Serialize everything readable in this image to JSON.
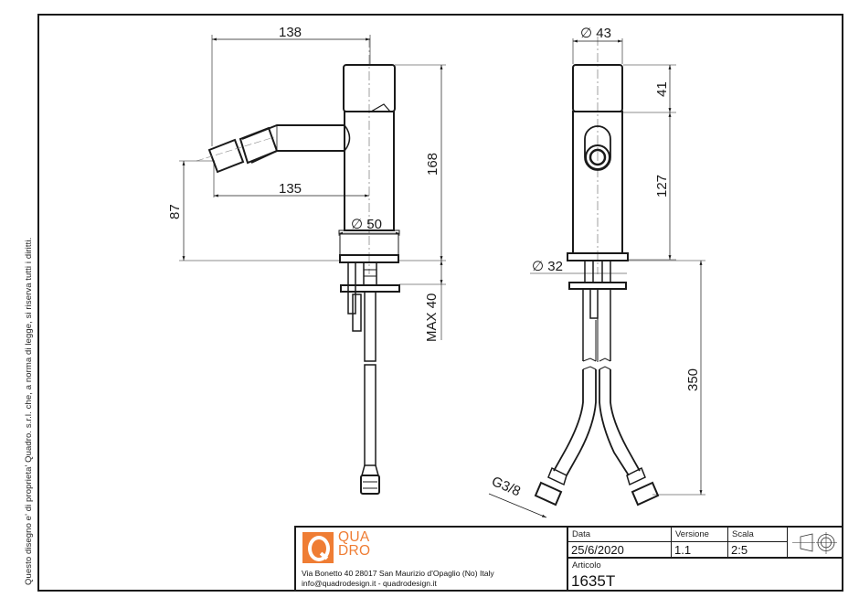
{
  "sheet": {
    "copyright_note": "Questo disegno e' di proprieta' Quadro. s.r.l. che, a norma di legge, si riserva tutti i diritti."
  },
  "side_view": {
    "dimensions": {
      "overall_length": "138",
      "spout_reach": "135",
      "spout_height": "87",
      "total_height": "168",
      "base_diameter": "∅ 50",
      "max_thickness": "MAX 40"
    }
  },
  "front_view": {
    "dimensions": {
      "handle_diameter": "∅ 43",
      "handle_height": "41",
      "body_height": "127",
      "shank_diameter": "∅ 32",
      "hose_length": "350",
      "connection_thread": "G3/8"
    }
  },
  "title_block": {
    "logo": {
      "letter": "Q",
      "line1": "QUA",
      "line2": "DRO",
      "color": "#ef7d34"
    },
    "address_line1": "Via Bonetto 40  28017 San Maurizio d'Opaglio (No) Italy",
    "address_line2": "info@quadrodesign.it  -  quadrodesign.it",
    "fields": {
      "date_label": "Data",
      "date_value": "25/6/2020",
      "version_label": "Versione",
      "version_value": "1.1",
      "scale_label": "Scala",
      "scale_value": "2:5",
      "article_label": "Articolo",
      "article_value": "1635T"
    },
    "projection_symbol": "first-angle-projection-icon"
  }
}
